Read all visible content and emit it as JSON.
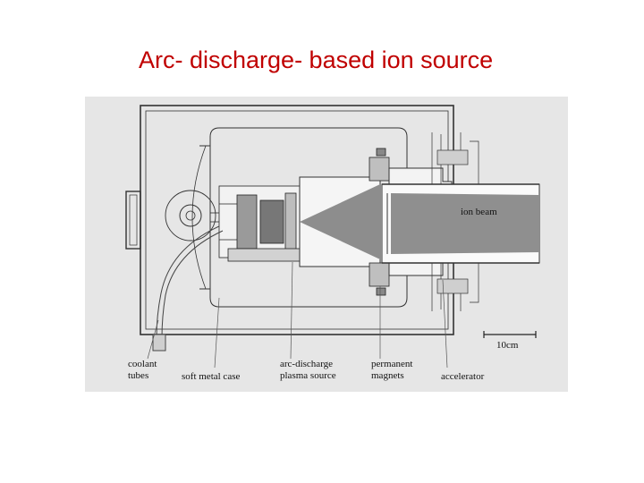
{
  "slide": {
    "title": "Arc- discharge- based ion source",
    "title_color": "#c00000"
  },
  "figure": {
    "beam_label": "ion beam",
    "scale_label": "10cm",
    "callouts": [
      {
        "id": "coolant",
        "line1": "coolant",
        "line2": "tubes"
      },
      {
        "id": "case",
        "line1": "soft metal case",
        "line2": ""
      },
      {
        "id": "arc",
        "line1": "arc-discharge",
        "line2": "plasma source"
      },
      {
        "id": "magnets",
        "line1": "permanent",
        "line2": "magnets"
      },
      {
        "id": "accel",
        "line1": "accelerator",
        "line2": ""
      }
    ]
  }
}
